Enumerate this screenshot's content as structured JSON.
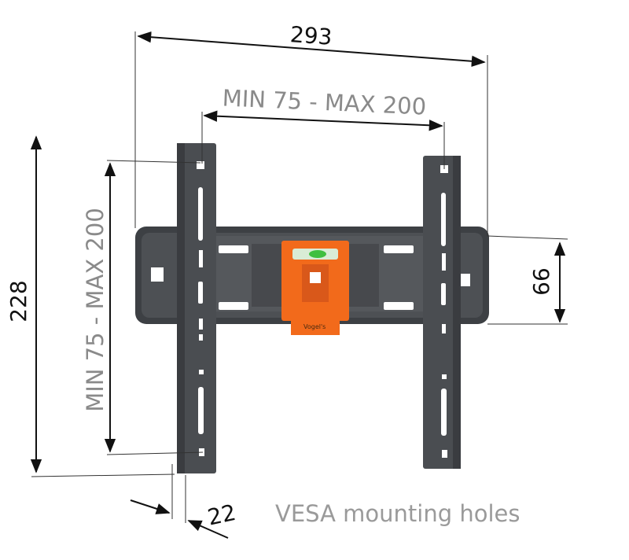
{
  "dimensions": {
    "overall_width": "293",
    "overall_height": "228",
    "depth": "22",
    "rail_height": "66",
    "vesa_horizontal": "MIN 75 - MAX 200",
    "vesa_vertical": "MIN 75 - MAX 200"
  },
  "caption": "VESA mounting holes",
  "brand_sticker": "Vogel's",
  "colors": {
    "bracket": "#4a4d51",
    "bracket_dark": "#34363a",
    "level_orange": "#f26a1b",
    "bubble_green": "#3fbf3f"
  }
}
